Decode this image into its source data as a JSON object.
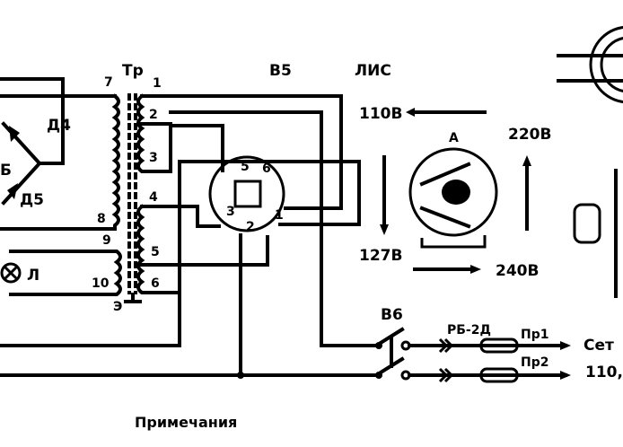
{
  "transformer": {
    "name": "Тр",
    "terminals": [
      "1",
      "2",
      "3",
      "4",
      "5",
      "6",
      "7",
      "8",
      "9",
      "10"
    ],
    "ground": "Э"
  },
  "rectifier": {
    "diode_top": "Д4",
    "diode_bottom": "Д5",
    "node": "Б"
  },
  "lamp": {
    "name": "Л"
  },
  "voltage_selector": {
    "name": "В5",
    "type": "ЛИС",
    "pins": [
      "5",
      "6",
      "3",
      "2",
      "1"
    ]
  },
  "selector_positions": {
    "p110": "110В",
    "p220": "220В",
    "p127": "127В",
    "p240": "240В",
    "mark": "A"
  },
  "switch": {
    "name": "В6"
  },
  "fuses": {
    "type": "РБ-2Д",
    "f1": "Пр1",
    "f2": "Пр2"
  },
  "mains": {
    "label": "Сет",
    "voltage": "110,"
  },
  "notes": {
    "title": "Примечания"
  },
  "colors": {
    "ink": "#000000",
    "paper": "#ffffff"
  }
}
